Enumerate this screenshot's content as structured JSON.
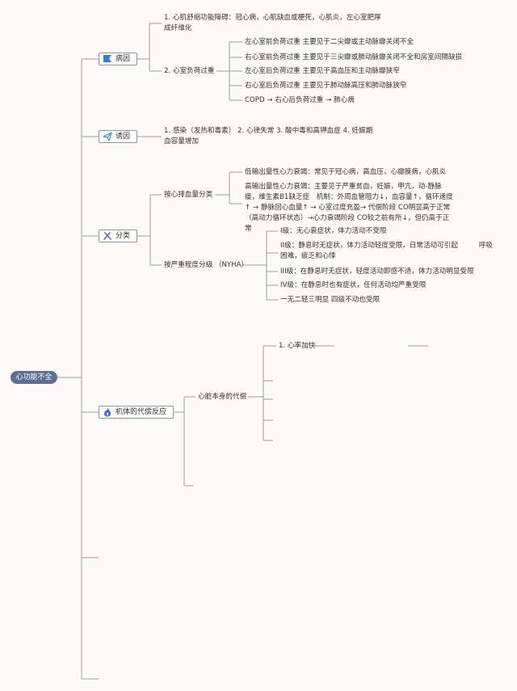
{
  "root": {
    "label": "心功能不全"
  },
  "icons": {
    "cause": "flag-icon",
    "trigger": "paper-plane-icon",
    "classify": "pen-tools-icon",
    "compensation": "flame-icon"
  },
  "colors": {
    "root_bg": "#5c6f93",
    "line": "#9aa39f",
    "flag": "#2f7be0",
    "plane": "#3a8ee6",
    "flame": "#2f6fe0",
    "pen_red": "#e0463c",
    "pen_blue": "#2f7be0"
  },
  "cause": {
    "label": "病因",
    "item1": "1. 心肌舒缩功能障碍：冠心病，心肌缺血或梗死，心肌炎，左心室肥厚成纤维化",
    "item2": "2. 心室负荷过重",
    "sub": [
      "左心室前负荷过重 主要见于二尖瓣或主动脉瓣关闭不全",
      "右心室前负荷过重 主要见于三尖瓣或肺动脉瓣关闭不全和房室间隔缺损",
      "左心室后负荷过重 主要见于高血压和主动脉瓣狭窄",
      "右心室后负荷过重 主要见于肺动脉高压和肺动脉狭窄",
      "COPD → 右心后负荷过重 → 肺心病"
    ]
  },
  "trigger": {
    "label": "诱因",
    "text": "1. 感染（发热和毒素） 2. 心律失常 3. 酸中毒和高钾血症 4. 妊娠期血容量增加"
  },
  "classify": {
    "label": "分类",
    "by_output": {
      "label": "按心排血量分类",
      "low": "低输出量性心力衰竭：常见于冠心病，高血压，心瓣膜病，心肌炎",
      "high": "高输出量性心力衰竭：主要见于严重贫血，妊娠，甲亢，动-静脉瘘，维生素B1缺乏症　机制：外周血管阻力↓，血容量↑，循环速度↑ → 静脉回心血量↑ → 心室过度充盈→ 代偿阶段 CO明显高于正常（高动力循环状态）→心力衰竭阶段 CO较之前有所↓，但仍高于正常"
    },
    "by_severity": {
      "label": "按严重程度分级 （NYHA）",
      "grades": [
        "I级：无心衰症状，体力活动不受限",
        "II级：静息时无症状，体力活动轻度受限，日常活动可引起　　　呼吸困难，疲乏和心悸",
        "III级：在静息时无症状，轻度活动即感不适，体力活动明显受限",
        "IV级：在静息时也有症状，任何活动均严重受限",
        "一无二轻三明显 四级不动也受限"
      ]
    }
  },
  "compensation": {
    "label": "机体的代偿反应",
    "heart": {
      "label": "心脏本身的代偿",
      "items": [
        "1. 心率加快"
      ]
    }
  }
}
